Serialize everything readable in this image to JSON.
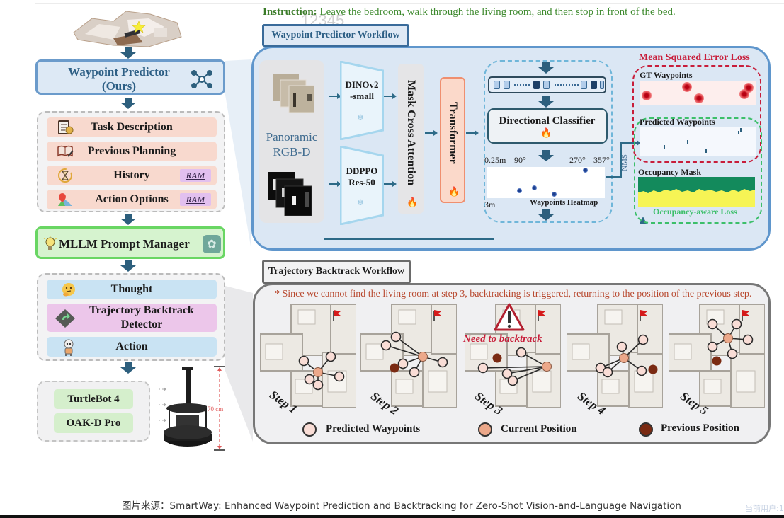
{
  "watermark": "12345",
  "instruction": {
    "label": "Instruction:",
    "text": " Leave the bedroom, walk through the living room, and then stop in front of the bed."
  },
  "left_column": {
    "waypoint_predictor": {
      "line1": "Waypoint Predictor",
      "line2": "(Ours)",
      "icon": "graph-nodes-icon"
    },
    "prompt_inputs": [
      {
        "label": "Task Description",
        "icon": "clipboard-gear-icon",
        "badge": null
      },
      {
        "label": "Previous Planning",
        "icon": "open-book-icon",
        "badge": null
      },
      {
        "label": "History",
        "icon": "hourglass-icon",
        "badge": "RAM"
      },
      {
        "label": "Action Options",
        "icon": "map-pin-icon",
        "badge": "RAM"
      }
    ],
    "prompt_manager": {
      "label": "MLLM Prompt Manager",
      "icon_left": "lightbulb-icon",
      "icon_right": "openai-logo-icon"
    },
    "outputs": [
      {
        "label": "Thought",
        "icon": "thinking-face-icon"
      },
      {
        "label_line1": "Trajectory Backtrack",
        "label_line2": "Detector",
        "icon": "back-arrow-sign-icon"
      },
      {
        "label": "Action",
        "icon": "robot-icon"
      }
    ],
    "hardware": [
      "TurtleBot 4",
      "OAK-D Pro"
    ],
    "robot_height": "70 cm"
  },
  "waypoint_workflow": {
    "tab_label": "Waypoint Predictor Workflow",
    "panorama": {
      "line1": "Panoramic",
      "line2": "RGB-D"
    },
    "encoders": [
      {
        "line1": "DINOv2",
        "line2": "-small",
        "state": "frozen"
      },
      {
        "line1": "DDPPO",
        "line2": "Res-50",
        "state": "frozen"
      }
    ],
    "cross_attention": {
      "label": "Mask Cross Attention",
      "state": "trainable"
    },
    "transformer": {
      "label": "Transformer",
      "state": "trainable"
    },
    "classifier": {
      "label": "Directional Classifier",
      "state": "trainable"
    },
    "heatmap": {
      "label": "Waypoints Heatmap",
      "top_ticks": [
        "0.25m",
        "90°",
        "270°",
        "357°"
      ],
      "bottom_tick": "3m"
    },
    "nms_label": "NMS",
    "loss": {
      "mse_title": "Mean Squared Error Loss",
      "gt_label": "GT Waypoints",
      "pred_label": "Predicted Waypoints",
      "occ_label": "Occupancy Mask",
      "occ_loss_title": "Occupancy-aware Loss"
    },
    "colors": {
      "panel": "#dbe7f4",
      "border": "#5f96cc",
      "mse": "#c81d3a",
      "occupancy": "#3cbf6a",
      "occ_free": "#f6f455",
      "occ_blocked": "#138a5c"
    }
  },
  "backtrack_workflow": {
    "tab_label": "Trajectory Backtrack Workflow",
    "note": "* Since we cannot find the living room at step 3, backtracking is triggered, returning to the position of the previous step.",
    "steps": [
      "Step 1",
      "Step 2",
      "Step 3",
      "Step 4",
      "Step 5"
    ],
    "alert": "Need to backtrack",
    "legend": [
      {
        "label": "Predicted Waypoints",
        "color": "#f9ddd6"
      },
      {
        "label": "Current Position",
        "color": "#eca88a"
      },
      {
        "label": "Previous Position",
        "color": "#7a2a12"
      }
    ]
  },
  "caption": "图片来源：SmartWay: Enhanced Waypoint Prediction and Backtracking for Zero-Shot Vision-and-Language Navigation",
  "user_tag": "当前用户:1"
}
